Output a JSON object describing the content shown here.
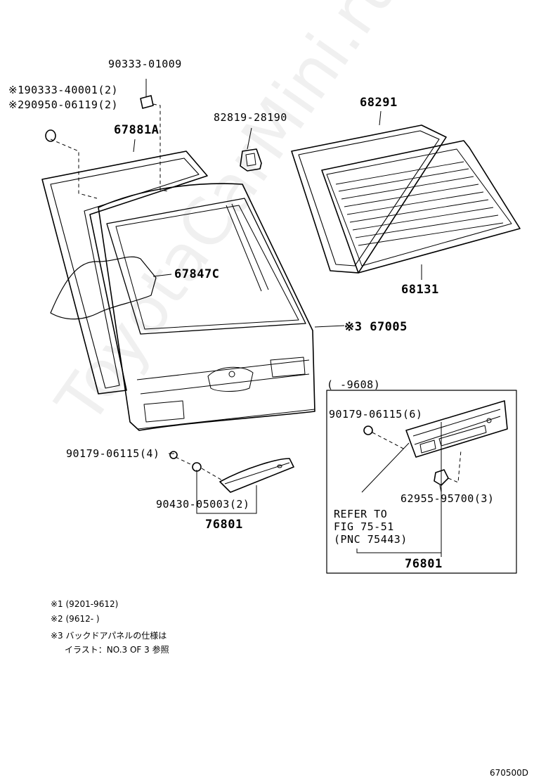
{
  "watermark": "ToyotaCarMini.ru",
  "part_labels": {
    "p90333_01009": "90333-01009",
    "p90333_40001": "※190333-40001(2)",
    "p90950_06119": "※290950-06119(2)",
    "p82819_28190": "82819-28190",
    "p68291": "68291",
    "p67881A": "67881A",
    "p67847C": "67847C",
    "p68131": "68131",
    "p67005": "※3 67005",
    "p90179_06115_4": "90179-06115(4)",
    "p90430_05003": "90430-05003(2)",
    "p76801_left": "76801"
  },
  "inset": {
    "range": "(      -9608)",
    "p90179_06115_6": "90179-06115(6)",
    "p62955_95700": "62955-95700(3)",
    "refer_line1": "REFER TO",
    "refer_line2": "FIG 75-51",
    "refer_line3": "(PNC 75443)",
    "p76801_right": "76801"
  },
  "notes": {
    "n1": "※1 (9201-9612)",
    "n2": "※2 (9612-     )",
    "n3_line1": "※3 バックドアパネルの仕様は",
    "n3_line2": "イラスト：NO.3 OF 3 参照"
  },
  "diagram_code": "670500D"
}
